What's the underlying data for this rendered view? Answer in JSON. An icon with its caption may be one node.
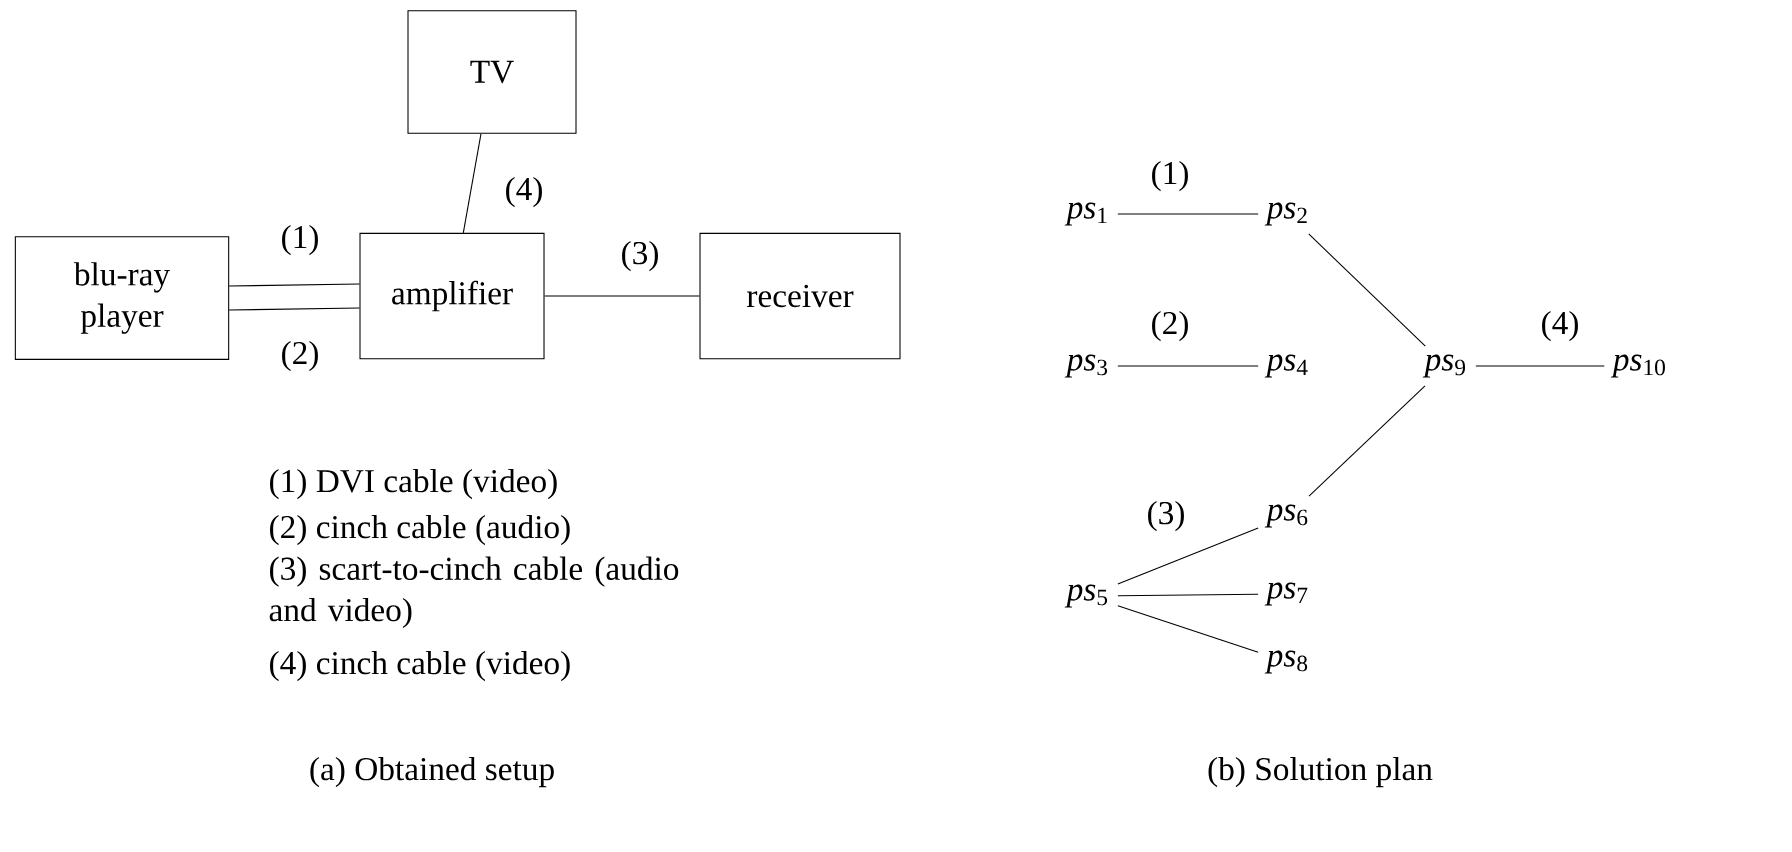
{
  "diagram": {
    "nodes": [
      {
        "text": [
          "TV"
        ]
      },
      {
        "text": [
          "blu-ray player"
        ]
      },
      {
        "text": [
          "amplifier"
        ]
      },
      {
        "text": [
          "receiver"
        ]
      },
      {
        "text": [
          "*ps*$_{1}$"
        ]
      },
      {
        "text": [
          "*ps*$_{2}$"
        ]
      },
      {
        "text": [
          "*ps*$_{3}$"
        ]
      },
      {
        "text": [
          "*ps*$_{4}$"
        ]
      },
      {
        "text": [
          "*ps*$_{5}$"
        ]
      },
      {
        "text": [
          "*ps*$_{6}$"
        ]
      },
      {
        "text": [
          "*ps*$_{7}$"
        ]
      },
      {
        "text": [
          "*ps*$_{8}$"
        ]
      },
      {
        "text": [
          "*ps*$_{9}$"
        ]
      },
      {
        "text": [
          "*ps*$_{10}$"
        ]
      }
    ],
    "edges": [
      {
        "from": 1,
        "to": 2,
        "arrow": "none",
        "label": "(1)"
      },
      {
        "from": 1,
        "to": 2,
        "arrow": "none",
        "label": "(2)"
      },
      {
        "from": 0,
        "to": 2,
        "arrow": "none",
        "label": "(4)"
      },
      {
        "from": 2,
        "to": 3,
        "arrow": "none",
        "label": "(3)"
      },
      {
        "from": 4,
        "to": 5,
        "arrow": "none",
        "label": "(1)"
      },
      {
        "from": 6,
        "to": 7,
        "arrow": "none",
        "label": "(2)"
      },
      {
        "from": 5,
        "to": 12,
        "arrow": "none"
      },
      {
        "from": 9,
        "to": 12,
        "arrow": "none"
      },
      {
        "from": 12,
        "to": 13,
        "arrow": "none",
        "label": "(4)"
      },
      {
        "from": 8,
        "to": 9,
        "arrow": "none",
        "label": "(3)"
      },
      {
        "from": 8,
        "to": 10,
        "arrow": "none"
      },
      {
        "from": 8,
        "to": 11,
        "arrow": "none"
      }
    ],
    "labels": [
      "(1) DVI cable (video)",
      "(2) cinch cable (audio)",
      "(3) scart-to-cinch cable (audio and video)",
      "(4) cinch cable (video)",
      "(a) Obtained setup",
      "(b) Solution plan"
    ]
  }
}
